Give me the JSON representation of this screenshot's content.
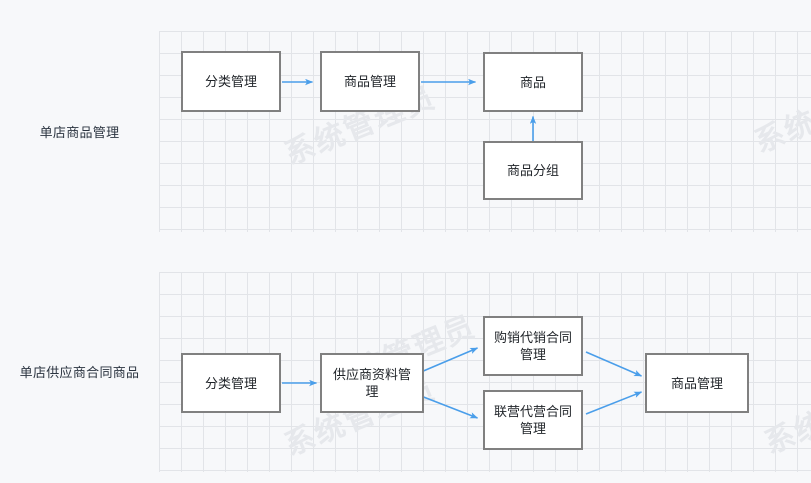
{
  "page": {
    "background_color": "#f7f8fa",
    "watermark_text": "系统管理员",
    "node_border_color": "#808080",
    "node_fill_color": "#ffffff",
    "arrow_color": "#4a9eea",
    "grid_line_color": "#e2e4e8"
  },
  "sections": [
    {
      "label": "单店商品管理",
      "nodes": [
        {
          "id": "t1",
          "text": "分类管理"
        },
        {
          "id": "t2",
          "text": "商品管理"
        },
        {
          "id": "t3",
          "text": "商品"
        },
        {
          "id": "t4",
          "text": "商品分组"
        }
      ],
      "edges": [
        {
          "from": "分类管理",
          "to": "商品管理"
        },
        {
          "from": "商品管理",
          "to": "商品"
        },
        {
          "from": "商品分组",
          "to": "商品"
        }
      ]
    },
    {
      "label": "单店供应商合同商品",
      "nodes": [
        {
          "id": "b1",
          "text": "分类管理"
        },
        {
          "id": "b2",
          "text": "供应商资料管理"
        },
        {
          "id": "b3",
          "text": "购销代销合同管理"
        },
        {
          "id": "b4",
          "text": "联营代营合同管理"
        },
        {
          "id": "b5",
          "text": "商品管理"
        }
      ],
      "edges": [
        {
          "from": "分类管理",
          "to": "供应商资料管理"
        },
        {
          "from": "供应商资料管理",
          "to": "购销代销合同管理"
        },
        {
          "from": "供应商资料管理",
          "to": "联营代营合同管理"
        },
        {
          "from": "购销代销合同管理",
          "to": "商品管理"
        },
        {
          "from": "联营代营合同管理",
          "to": "商品管理"
        }
      ]
    }
  ]
}
